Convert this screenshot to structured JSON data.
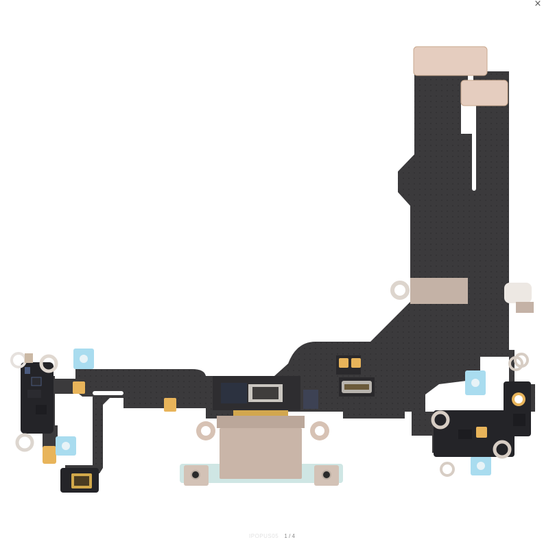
{
  "viewer": {
    "close_icon": "×",
    "close_label": "Close"
  },
  "image": {
    "alt": "Charging port flex cable assembly with USB-C connector, microphone modules and antenna clips",
    "colors": {
      "flex_dark": "#3b3a3c",
      "gold_pad": "#e8b45a",
      "blue_adhesive": "#a9dcef",
      "shield_metal": "#c4b2a6",
      "bracket_light": "#dcd3cc",
      "connector_base": "#cfe6e4"
    }
  },
  "caption": {
    "filename": "IPOPUS05",
    "counter": "1 / 4"
  }
}
